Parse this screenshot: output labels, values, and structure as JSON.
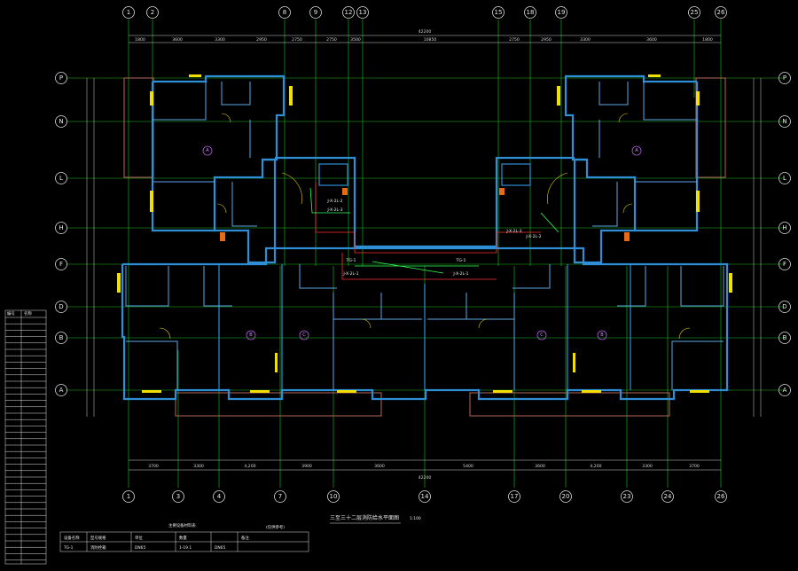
{
  "axes_top": [
    "1",
    "2",
    "8",
    "9",
    "12",
    "13",
    "15",
    "18",
    "19",
    "25",
    "26"
  ],
  "axes_bottom": [
    "1",
    "3",
    "4",
    "7",
    "10",
    "14",
    "17",
    "20",
    "23",
    "24",
    "26"
  ],
  "axes_left": [
    "P",
    "N",
    "L",
    "H",
    "F",
    "D",
    "B",
    "A"
  ],
  "axes_right": [
    "P",
    "N",
    "L",
    "H",
    "F",
    "D",
    "B",
    "A"
  ],
  "dims_top": [
    "1800",
    "3600",
    "3300",
    "2950",
    "2750",
    "2750",
    "3500",
    "10850",
    "2750",
    "2950",
    "3300",
    "3600",
    "1800"
  ],
  "dims_bottom": [
    "3700",
    "3300",
    "4,200",
    "3900",
    "3600",
    "5400",
    "3600",
    "4,200",
    "3300",
    "3700"
  ],
  "dim_total": "42200",
  "drawing_title": "三至三十二层消防给水平面图",
  "drawing_scale": "1:100",
  "unit_marks": [
    "A",
    "A",
    "B",
    "C",
    "C",
    "B"
  ],
  "pipe_labels": [
    "J-X-2L-2",
    "J-X-2L-3",
    "TG-1",
    "J-X-2L-1",
    "TG-1",
    "J-X-2L-1",
    "J-X-2L-3",
    "J-X-2L-2"
  ],
  "left_table": {
    "headers": [
      "编号",
      "名称"
    ]
  },
  "legend": {
    "title": "主要设备材料表",
    "note": "(仅供参考)",
    "headers": [
      "设备名称",
      "型号规格",
      "单位",
      "数量",
      "备注"
    ],
    "row": [
      "TG-1",
      "消防栓箱",
      "DN65",
      "1-19.1",
      "DN65"
    ]
  },
  "colors": {
    "grid": "#1fc21f",
    "wall": "#2e8fd6",
    "window": "#f2e100",
    "pipe_fire": "#ff3030",
    "pipe_water": "#33ff55",
    "balcony": "#b8685a",
    "unit_mark": "#b05de0"
  }
}
